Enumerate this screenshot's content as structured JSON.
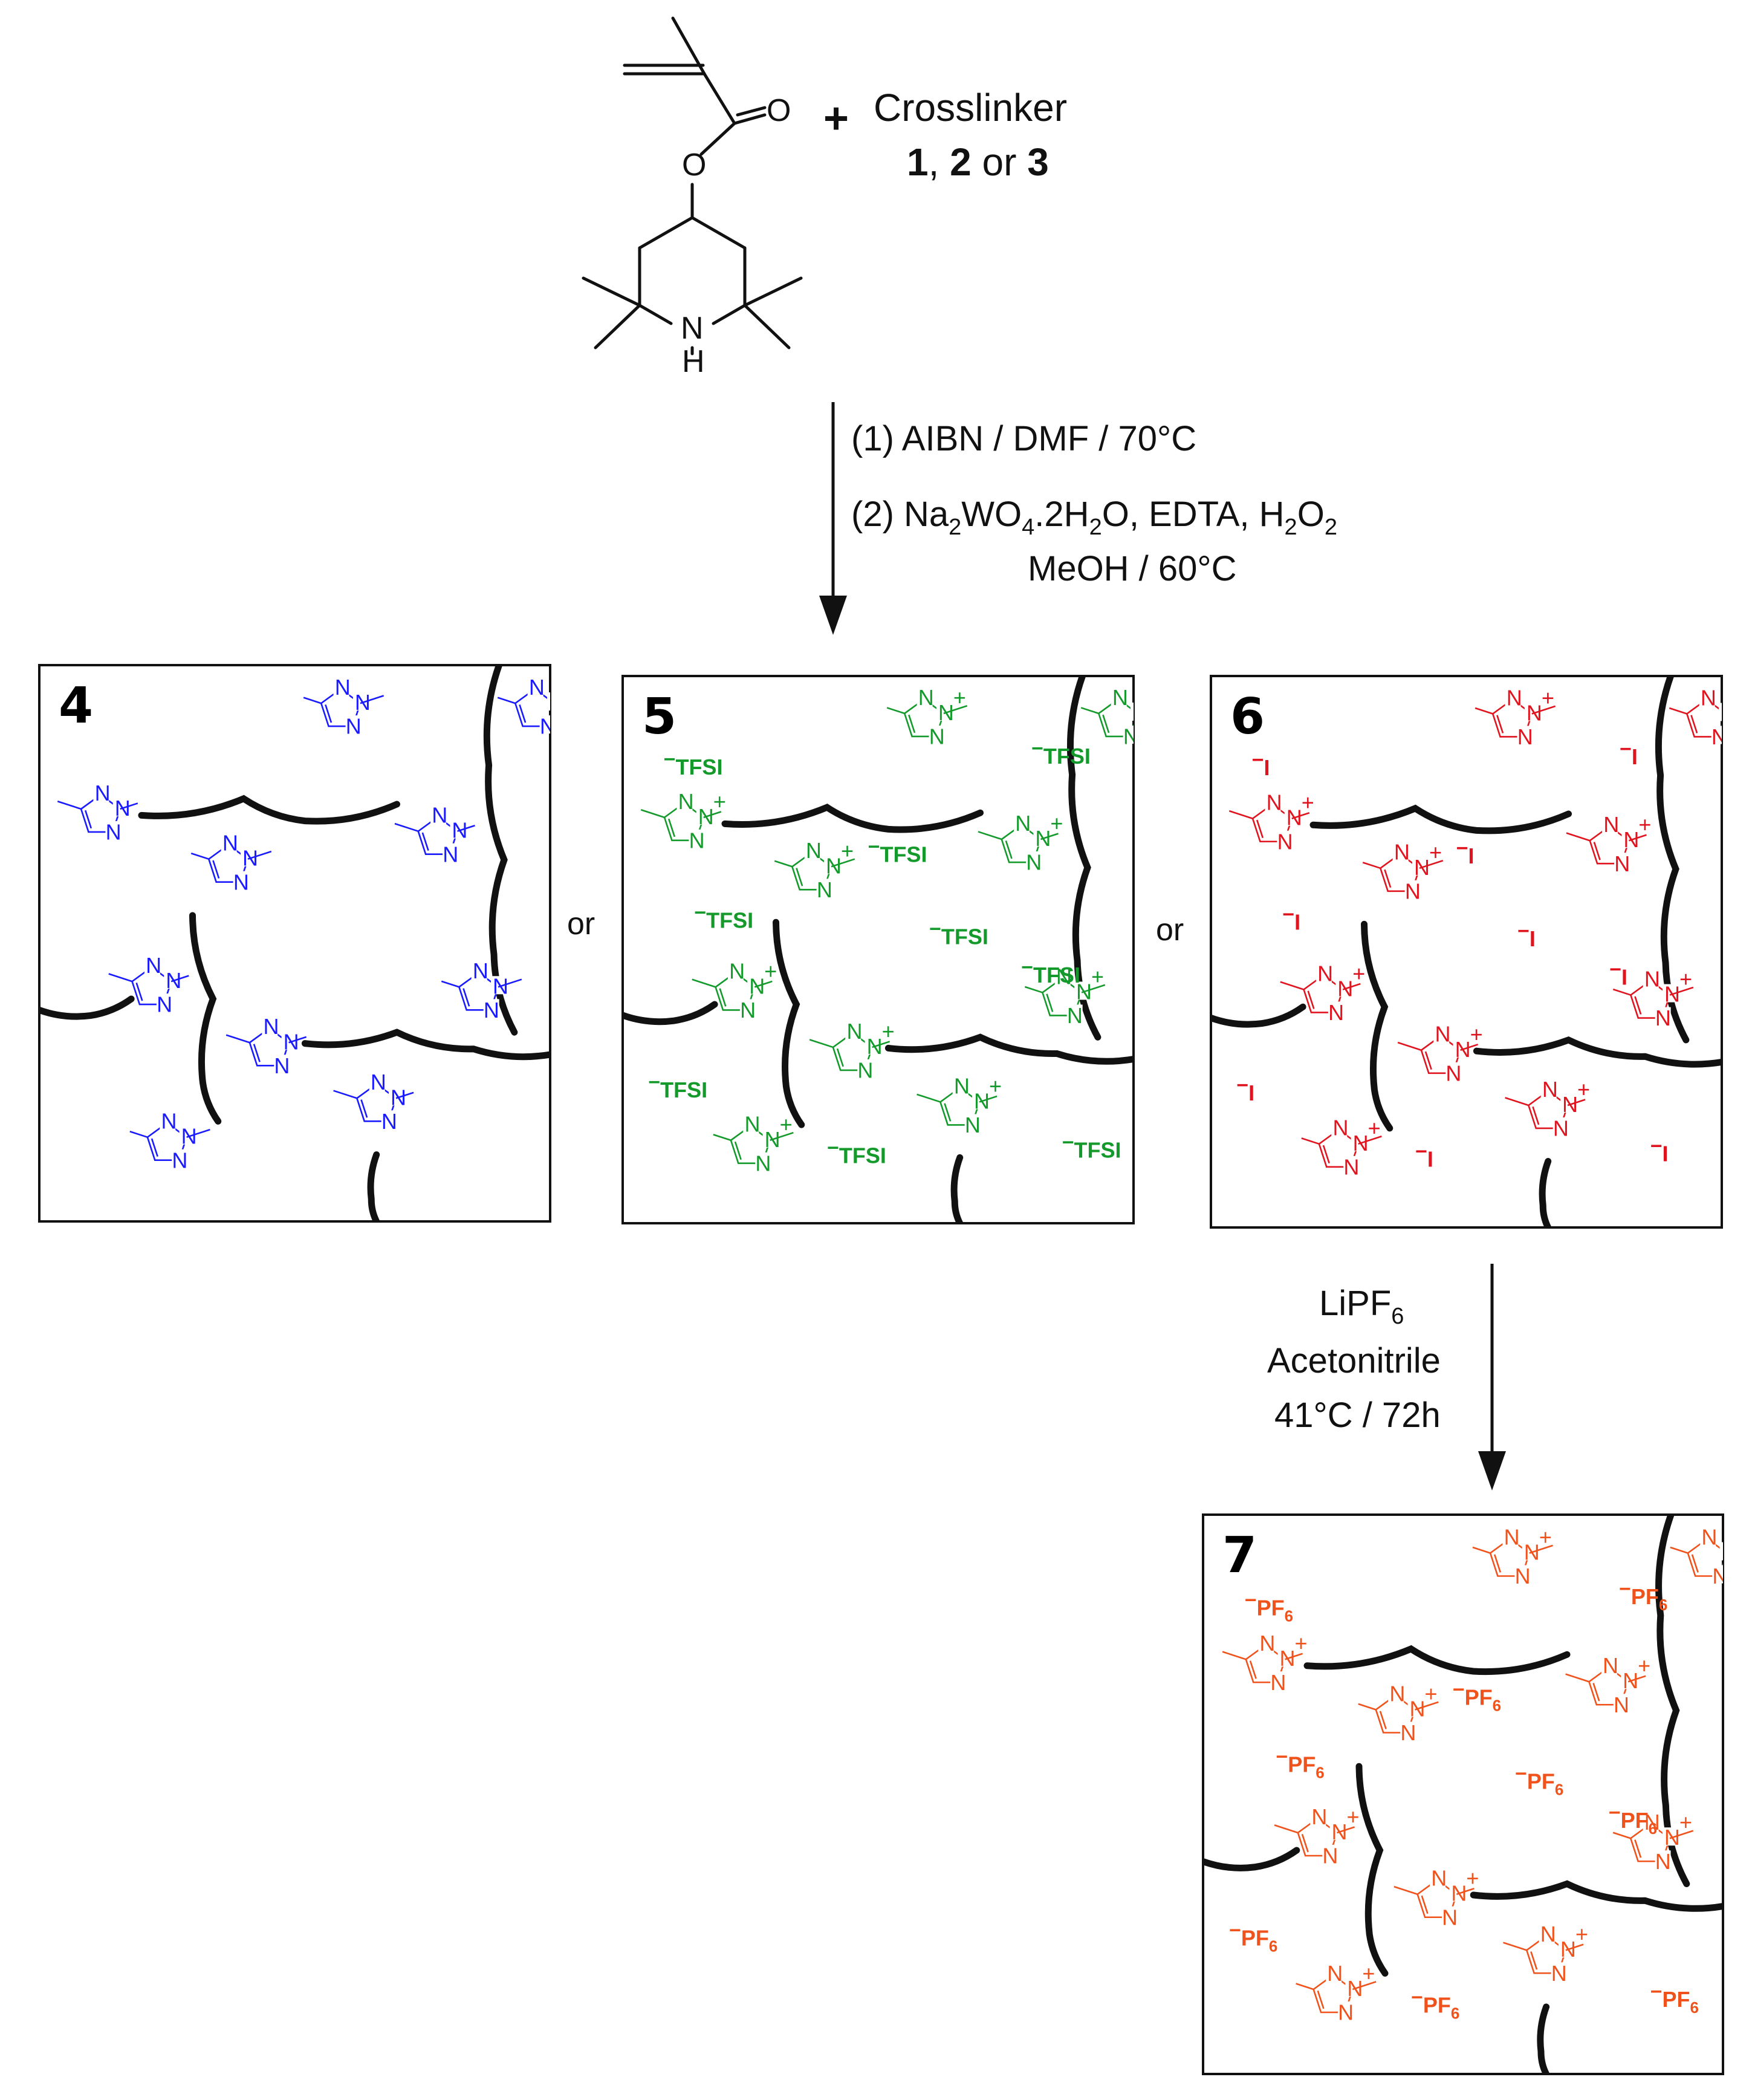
{
  "reactant": {
    "atoms": {
      "carbonyl_o": "O",
      "ester_o": "O",
      "amine_n": "N",
      "amine_h": "H"
    },
    "plus": "+",
    "crosslinker_label": "Crosslinker",
    "crosslinker_options": {
      "a": "1",
      "sep1": ", ",
      "b": "2",
      "or": " or ",
      "c": "3"
    }
  },
  "step1": {
    "line1": "(1) AIBN / DMF / 70°C",
    "line2_parts": [
      "(2) Na",
      "2",
      "WO",
      "4",
      ".2H",
      "2",
      "O, EDTA, H",
      "2",
      "O",
      "2"
    ],
    "line3": "MeOH / 60°C"
  },
  "step2": {
    "line1_parts": [
      "LiPF",
      "6"
    ],
    "line2": "Acetonitrile",
    "line3": "41°C / 72h"
  },
  "or_labels": [
    "or",
    "or"
  ],
  "atom_symbols": {
    "n": "N",
    "plus": "+",
    "minus": "−"
  },
  "panels": [
    {
      "id": "4",
      "number": "4",
      "color": "#1a1aff",
      "charged": false,
      "anion": ""
    },
    {
      "id": "5",
      "number": "5",
      "color": "#139a2b",
      "charged": true,
      "anion": "TFSI"
    },
    {
      "id": "6",
      "number": "6",
      "color": "#e0141e",
      "charged": true,
      "anion": "I"
    },
    {
      "id": "7",
      "number": "7",
      "color": "#f0521c",
      "charged": true,
      "anion": "PF",
      "anion_sub": "6"
    }
  ]
}
